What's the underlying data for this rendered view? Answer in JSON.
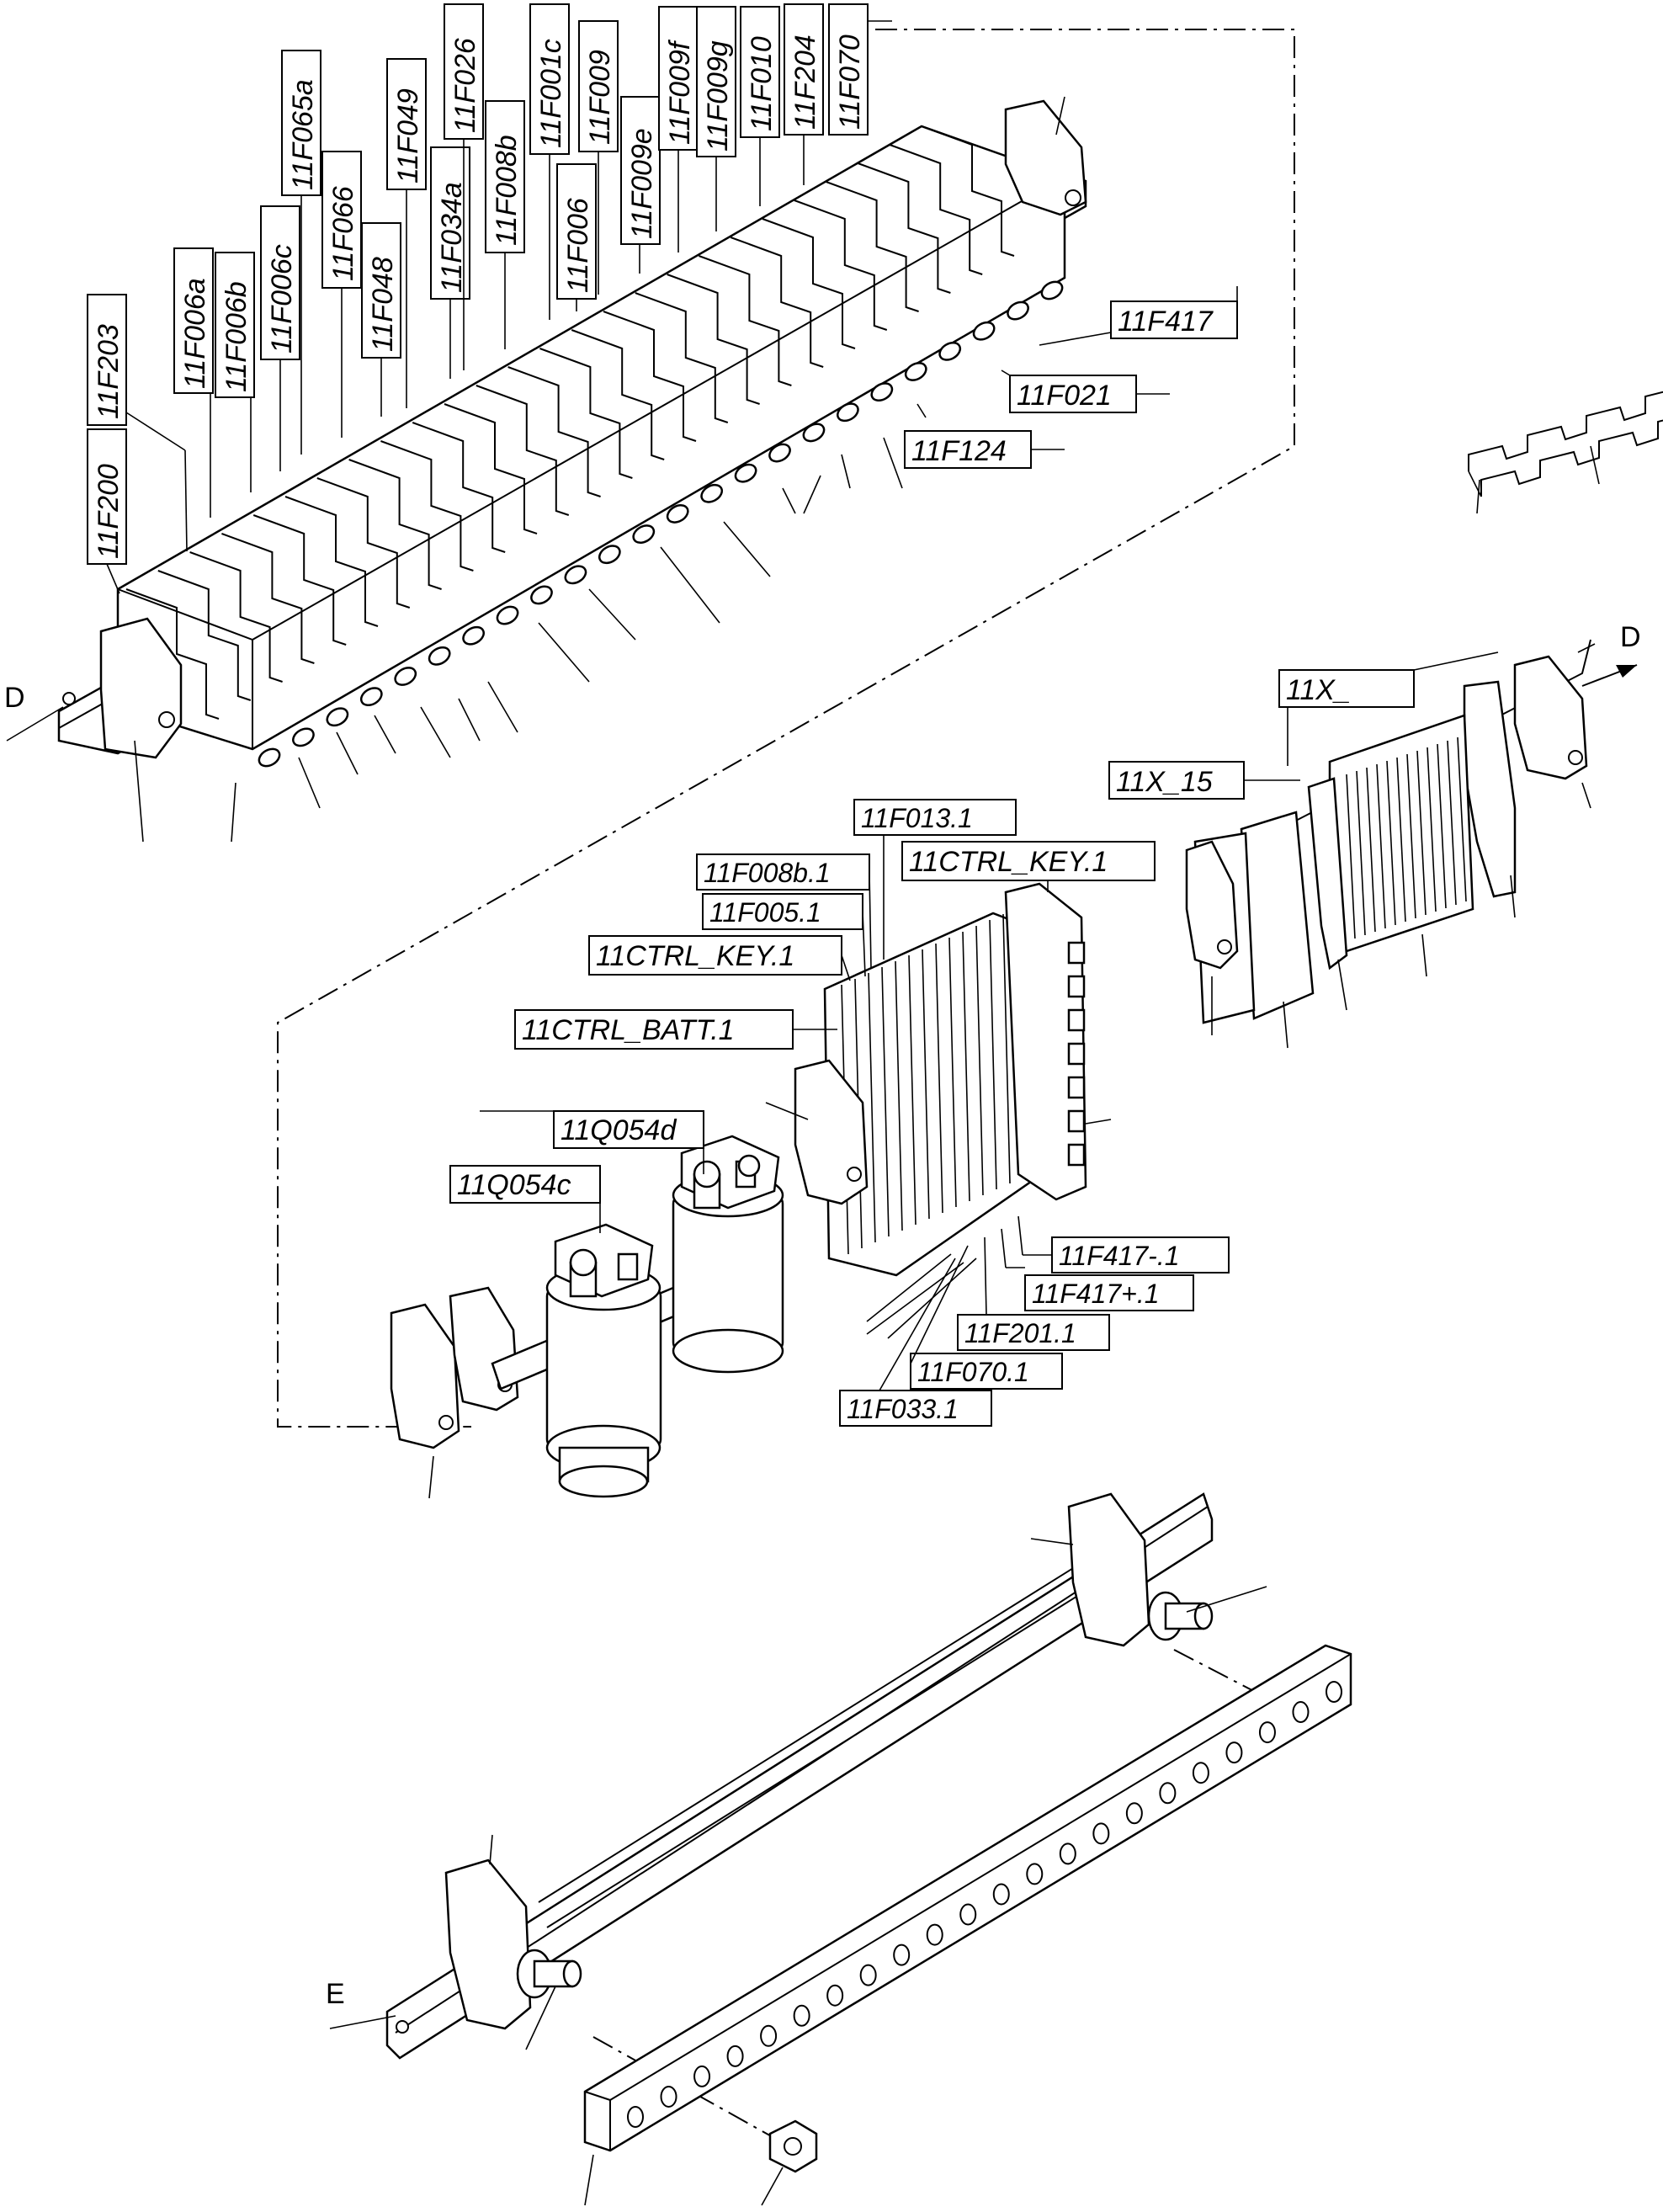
{
  "diagram": {
    "views": {
      "d_left": "D",
      "d_right": "D",
      "e_left": "E"
    },
    "top_rail_labels": {
      "f200": "11F200",
      "f203": "11F203",
      "f006a": "11F006a",
      "f006b": "11F006b",
      "f006c": "11F006c",
      "f065a": "11F065a",
      "f066": "11F066",
      "f048": "11F048",
      "f049": "11F049",
      "f034a": "11F034a",
      "f026": "11F026",
      "f008b": "11F008b",
      "f001c": "11F001c",
      "f006": "11F006",
      "f009": "11F009",
      "f009e": "11F009e",
      "f009f": "11F009f",
      "f009g": "11F009g",
      "f010": "11F010",
      "f204": "11F204",
      "f070": "11F070",
      "f417": "11F417",
      "f021": "11F021",
      "f124": "11F124"
    },
    "terminal_labels": {
      "x": "11X_",
      "x15": "11X_15"
    },
    "middle_labels": {
      "f013_1": "11F013.1",
      "f008b_1": "11F008b.1",
      "ctrl_key_1a": "11CTRL_KEY.1",
      "f005_1": "11F005.1",
      "ctrl_key_1b": "11CTRL_KEY.1",
      "ctrl_batt_1": "11CTRL_BATT.1",
      "q054d": "11Q054d",
      "q054c": "11Q054c",
      "f417_minus_1": "11F417-.1",
      "f417_plus_1": "11F417+.1",
      "f201_1": "11F201.1",
      "f070_1": "11F070.1",
      "f033_1": "11F033.1"
    }
  }
}
